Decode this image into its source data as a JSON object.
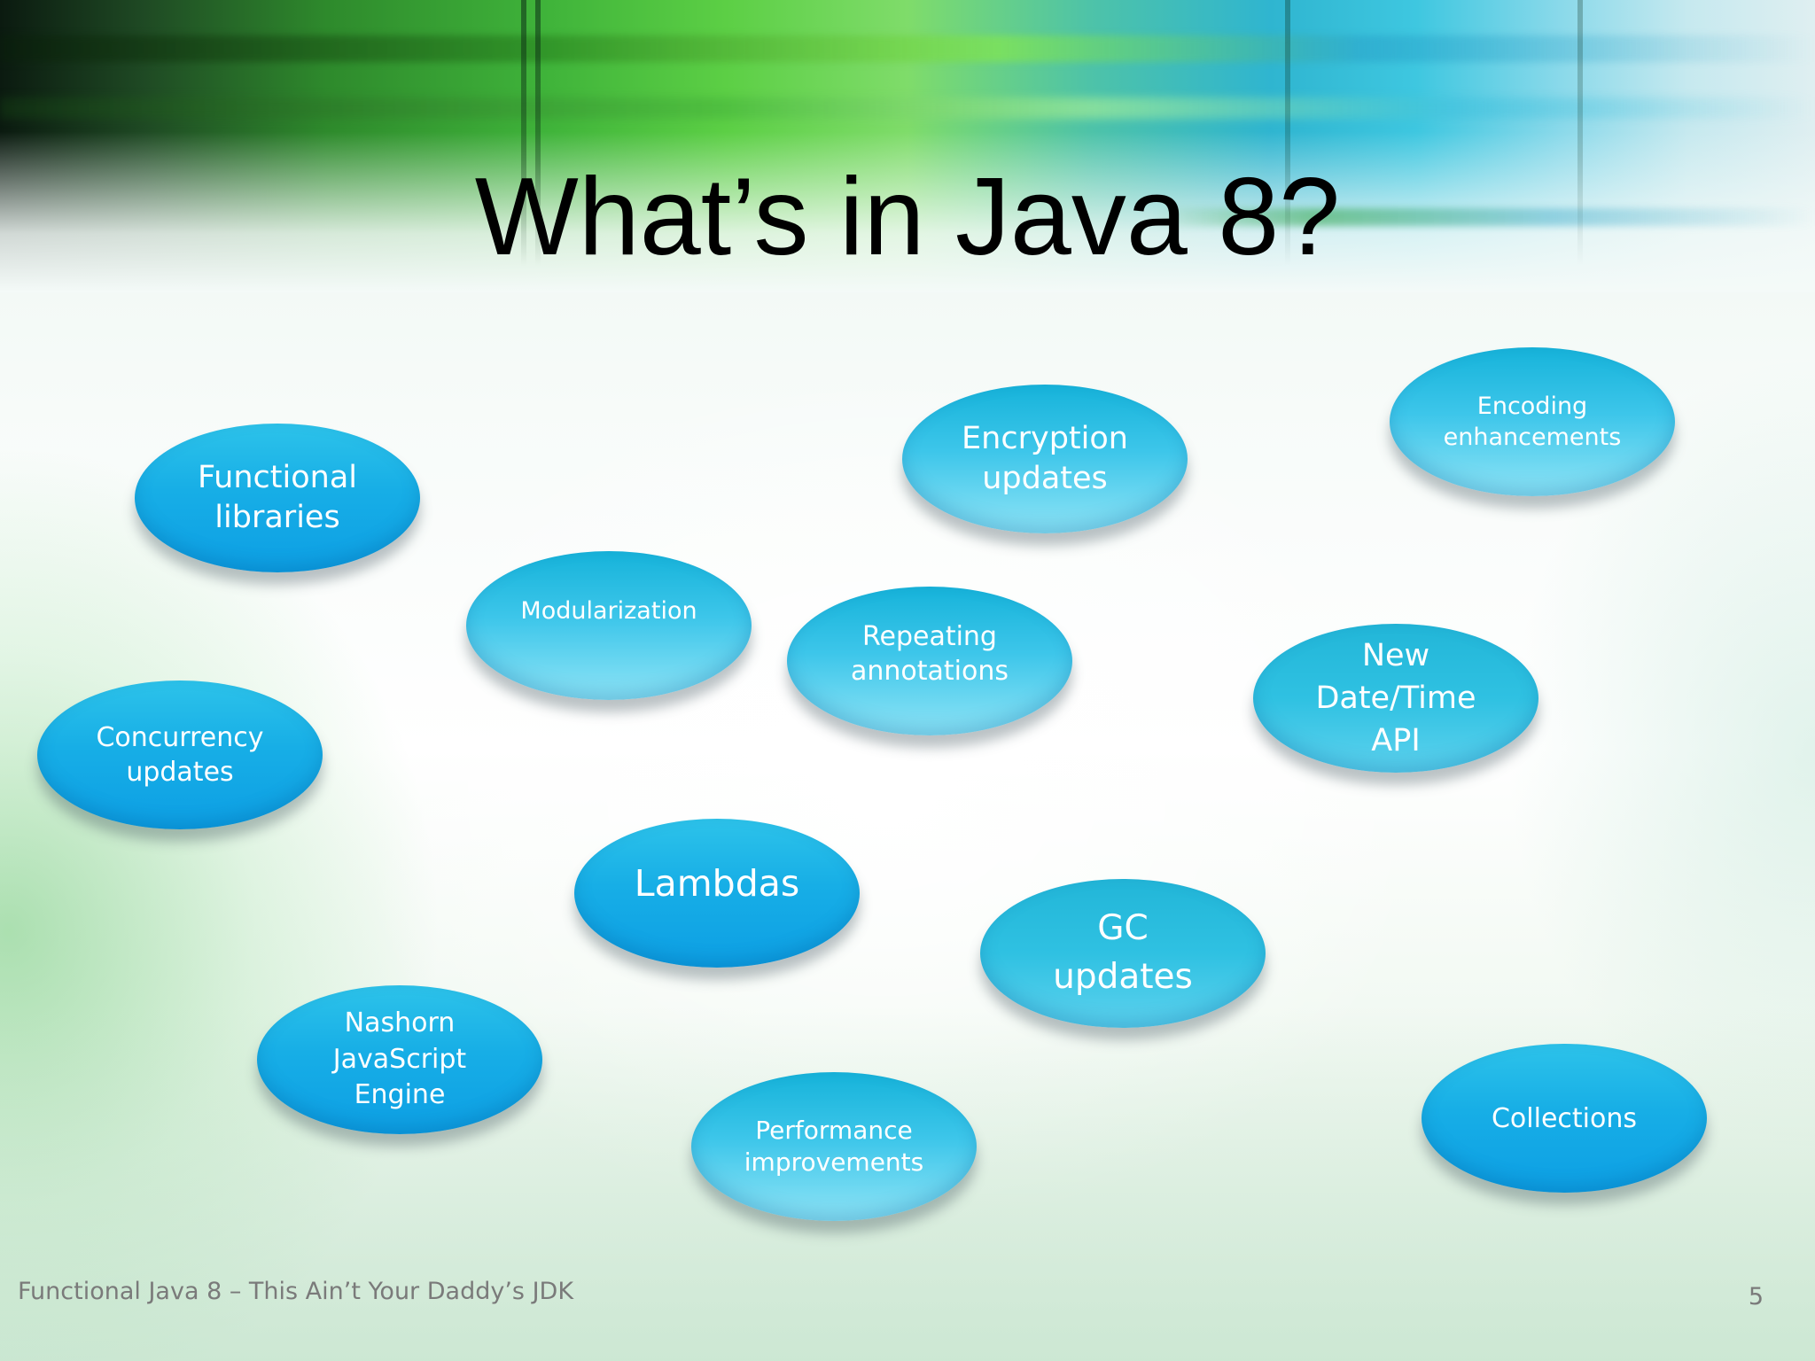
{
  "slide": {
    "title": "What’s in Java 8?",
    "footer": "Functional Java 8 – This Ain’t Your Daddy’s JDK",
    "page_number": "5"
  },
  "bubbles": {
    "functional_libraries": "Functional\nlibraries",
    "encryption_updates": "Encryption\nupdates",
    "encoding_enhancements": "Encoding\nenhancements",
    "modularization": "Modularization",
    "repeating_annotations": "Repeating\nannotations",
    "new_date_time_api": "New\nDate/Time\nAPI",
    "concurrency_updates": "Concurrency\nupdates",
    "lambdas": "Lambdas",
    "gc_updates": "GC\nupdates",
    "nashorn_javascript_engine": "Nashorn\nJavaScript\nEngine",
    "performance_improvements": "Performance\nimprovements",
    "collections": "Collections"
  },
  "colors": {
    "bubble_blue": "#17aee6",
    "bubble_light": "#8fe4f6",
    "title": "#000000",
    "footer": "#7a7a7a"
  }
}
